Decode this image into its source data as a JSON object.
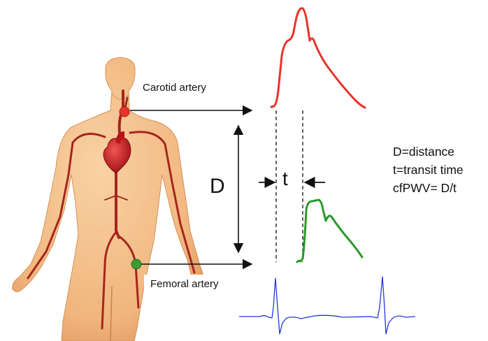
{
  "labels": {
    "carotid": "Carotid artery",
    "femoral": "Femoral artery",
    "distance_symbol": "D",
    "time_symbol": "t"
  },
  "legend": [
    "D=distance",
    "t=transit time",
    "cfPWV= D/t"
  ],
  "colors": {
    "carotid_wave": "#e8322a",
    "femoral_wave": "#2a9a2a",
    "ecg_trace": "#2436d8",
    "skin": "#f3bd87",
    "artery": "#a5261d",
    "heart": "#c8171b",
    "carotid_marker": "#e8322a",
    "femoral_marker": "#3c9a33"
  }
}
